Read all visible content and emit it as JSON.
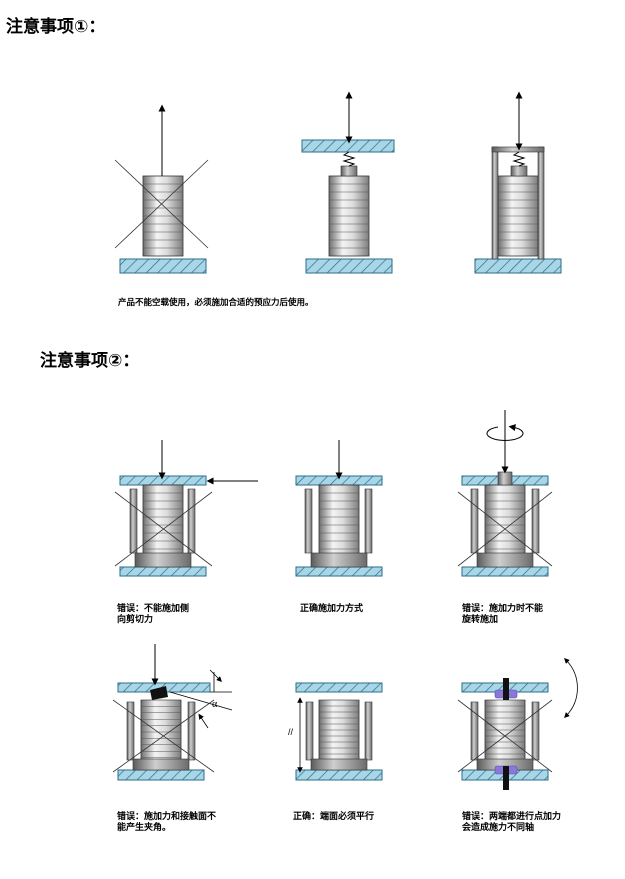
{
  "notes": {
    "note1_title": "注意事项①：",
    "note1_caption": "产品不能空载使用，必须施加合适的预应力后使用。",
    "note2_title": "注意事项②：",
    "captions": {
      "c1": "错误：不能施加侧向剪切力",
      "c2": "正确施加力方式",
      "c3": "错误：施加力时不能旋转施加",
      "c4": "错误：施加力和接触面不能产生夹角。",
      "c5": "正确：端面必须平行",
      "c6": "错误：两端都进行点加力会造成施力不同轴"
    },
    "alpha_symbol": "α",
    "parallel_symbol": "//"
  },
  "colors": {
    "plate": "#9fcfe0",
    "hatch": "#2a6d8a",
    "metal_light": "#f2f2f2",
    "metal_dark": "#7a7a7a",
    "purple": "#8a78d8"
  }
}
